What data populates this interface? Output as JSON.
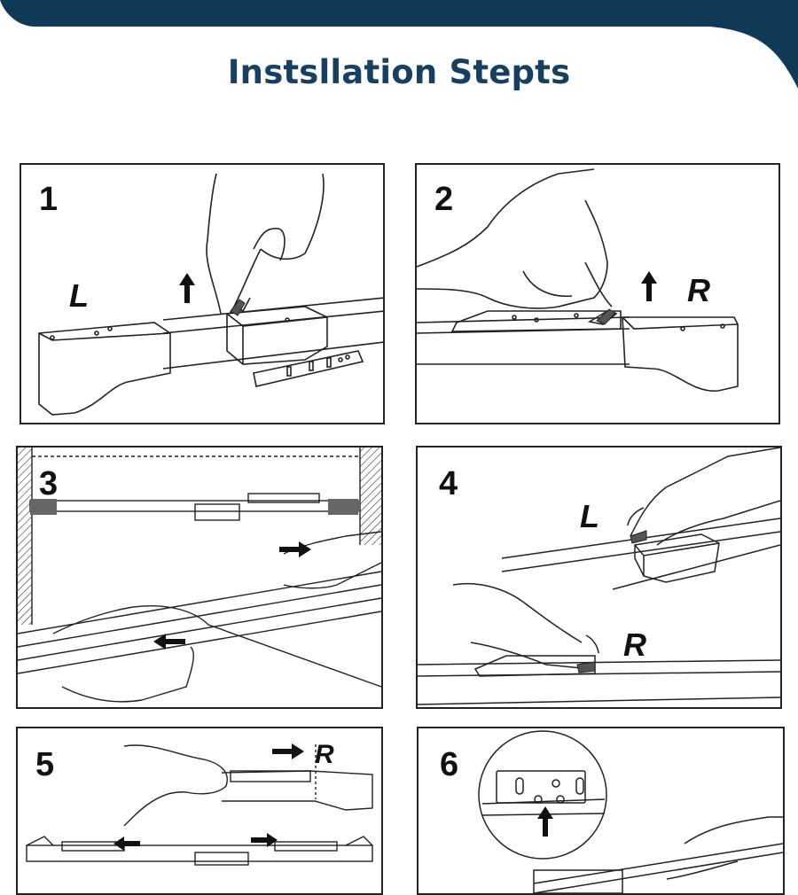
{
  "page": {
    "title": "Instsllation Stepts",
    "brand_color": "#173f5f",
    "header_band_color": "#0f3a58"
  },
  "steps": [
    {
      "number": "1",
      "side_label": "L",
      "arrow": "arrow-up-icon"
    },
    {
      "number": "2",
      "side_label": "R",
      "arrow": "arrow-up-icon"
    },
    {
      "number": "3",
      "arrow_right": "arrow-right-icon",
      "arrow_left": "arrow-left-icon"
    },
    {
      "number": "4",
      "label_top": "L",
      "label_bottom": "R",
      "rotate_icon": "rotate-arrow-icon"
    },
    {
      "number": "5",
      "side_label": "R",
      "arrows": [
        "arrow-right-icon",
        "arrow-left-icon",
        "arrow-right-icon"
      ]
    },
    {
      "number": "6",
      "arrow": "arrow-up-icon"
    }
  ]
}
